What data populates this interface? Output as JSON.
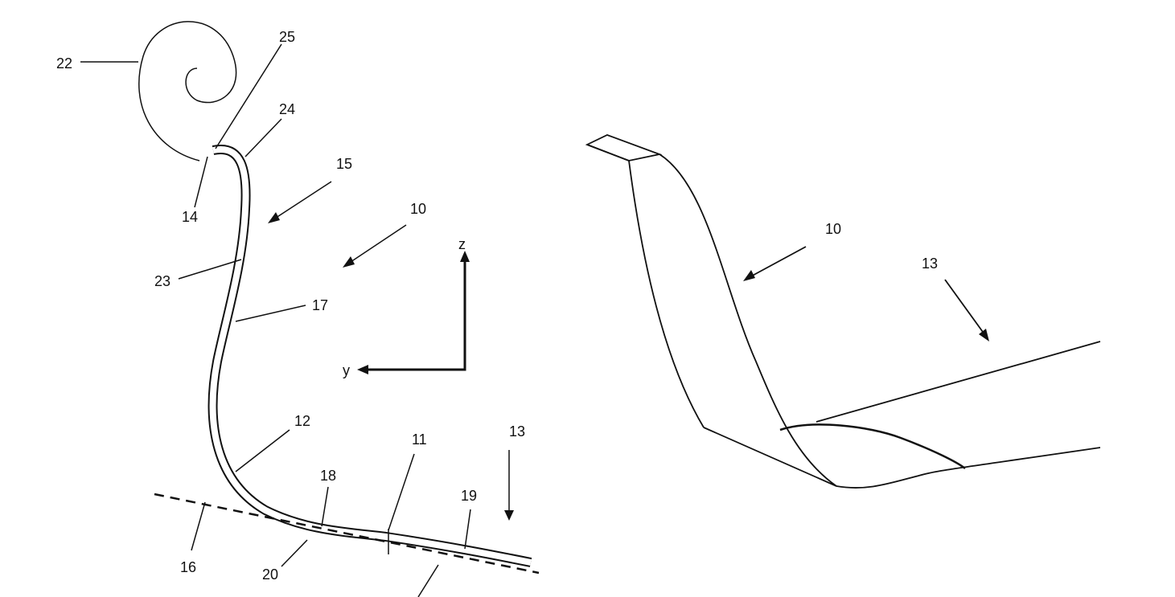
{
  "left_figure": {
    "labels": {
      "l22": "22",
      "l25": "25",
      "l24": "24",
      "l15": "15",
      "l14": "14",
      "l10": "10",
      "l23": "23",
      "l17": "17",
      "l12": "12",
      "l11": "11",
      "l13": "13",
      "l18": "18",
      "l19": "19",
      "l16": "16",
      "l20": "20"
    },
    "axes": {
      "z": "z",
      "y": "y"
    }
  },
  "right_figure": {
    "labels": {
      "l10": "10",
      "l13": "13"
    }
  }
}
